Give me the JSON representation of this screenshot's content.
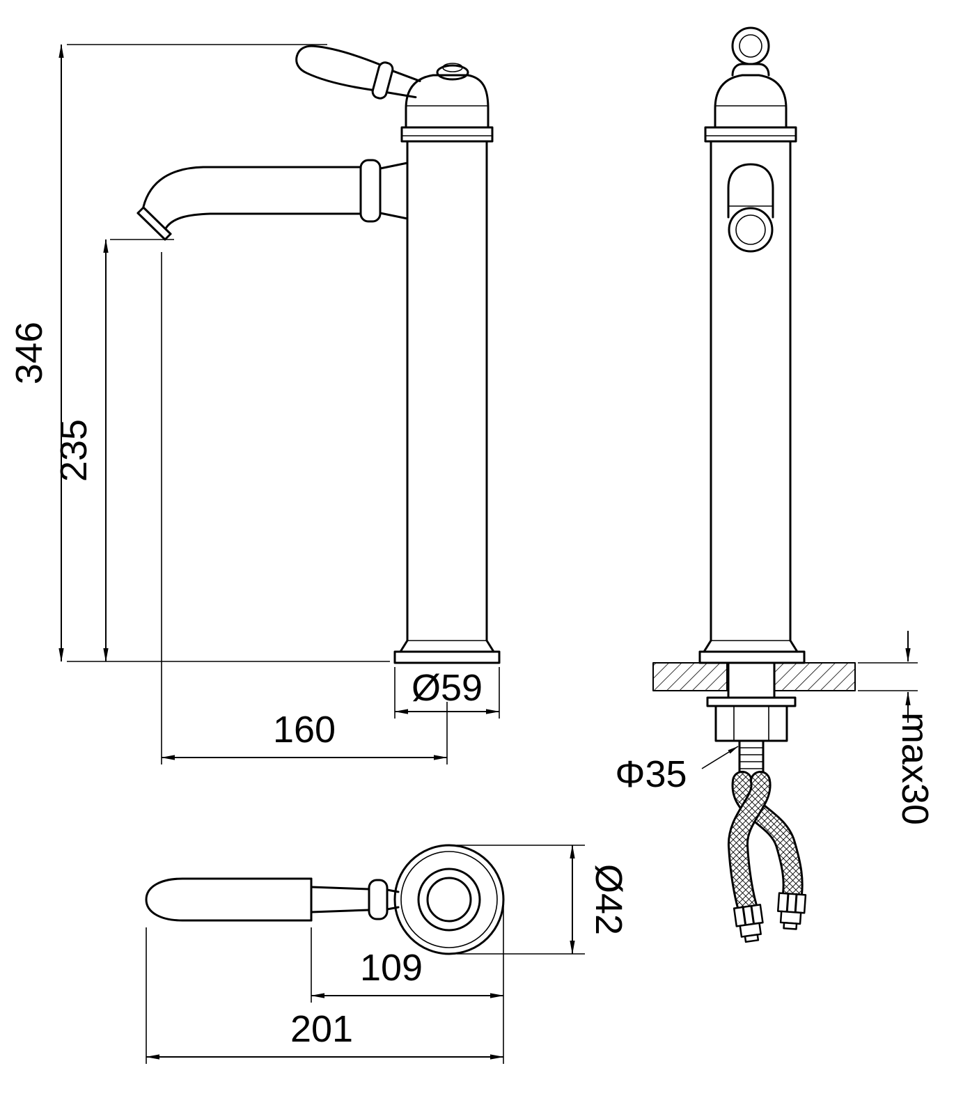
{
  "meta": {
    "background_color": "#ffffff",
    "line_color": "#000000",
    "drawing_type": "tall-basin-mixer-tap-dimension-drawing"
  },
  "dims": {
    "total_height": "346",
    "spout_height": "235",
    "spout_reach": "160",
    "base_diameter": "Ø59",
    "deck_thickness": "max30",
    "hole_diameter": "Φ35",
    "handle_offset": "109",
    "overall_length": "201",
    "top_diameter": "Ø42"
  }
}
